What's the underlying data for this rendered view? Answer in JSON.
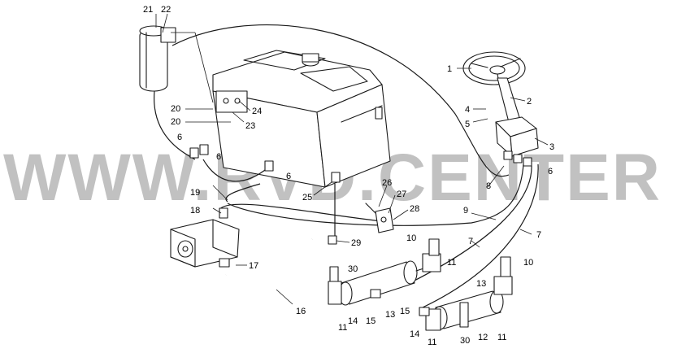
{
  "watermark": "WWW.RVD.CENTER",
  "callouts": [
    {
      "id": "c1",
      "text": "1"
    },
    {
      "id": "c2",
      "text": "2"
    },
    {
      "id": "c3",
      "text": "3"
    },
    {
      "id": "c4",
      "text": "4"
    },
    {
      "id": "c5",
      "text": "5"
    },
    {
      "id": "c6a",
      "text": "6"
    },
    {
      "id": "c6b",
      "text": "6"
    },
    {
      "id": "c6c",
      "text": "6"
    },
    {
      "id": "c6d",
      "text": "6"
    },
    {
      "id": "c7a",
      "text": "7"
    },
    {
      "id": "c7b",
      "text": "7"
    },
    {
      "id": "c8",
      "text": "8"
    },
    {
      "id": "c9",
      "text": "9"
    },
    {
      "id": "c10a",
      "text": "10"
    },
    {
      "id": "c10b",
      "text": "10"
    },
    {
      "id": "c11a",
      "text": "11"
    },
    {
      "id": "c11b",
      "text": "11"
    },
    {
      "id": "c11c",
      "text": "11"
    },
    {
      "id": "c11d",
      "text": "11"
    },
    {
      "id": "c12",
      "text": "12"
    },
    {
      "id": "c13a",
      "text": "13"
    },
    {
      "id": "c13b",
      "text": "13"
    },
    {
      "id": "c14a",
      "text": "14"
    },
    {
      "id": "c14b",
      "text": "14"
    },
    {
      "id": "c15a",
      "text": "15"
    },
    {
      "id": "c15b",
      "text": "15"
    },
    {
      "id": "c16",
      "text": "16"
    },
    {
      "id": "c17",
      "text": "17"
    },
    {
      "id": "c18",
      "text": "18"
    },
    {
      "id": "c19",
      "text": "19"
    },
    {
      "id": "c20a",
      "text": "20"
    },
    {
      "id": "c20b",
      "text": "20"
    },
    {
      "id": "c21",
      "text": "21"
    },
    {
      "id": "c22",
      "text": "22"
    },
    {
      "id": "c23",
      "text": "23"
    },
    {
      "id": "c24",
      "text": "24"
    },
    {
      "id": "c25",
      "text": "25"
    },
    {
      "id": "c26",
      "text": "26"
    },
    {
      "id": "c27",
      "text": "27"
    },
    {
      "id": "c28",
      "text": "28"
    },
    {
      "id": "c29",
      "text": "29"
    },
    {
      "id": "c30a",
      "text": "30"
    },
    {
      "id": "c30b",
      "text": "30"
    }
  ]
}
